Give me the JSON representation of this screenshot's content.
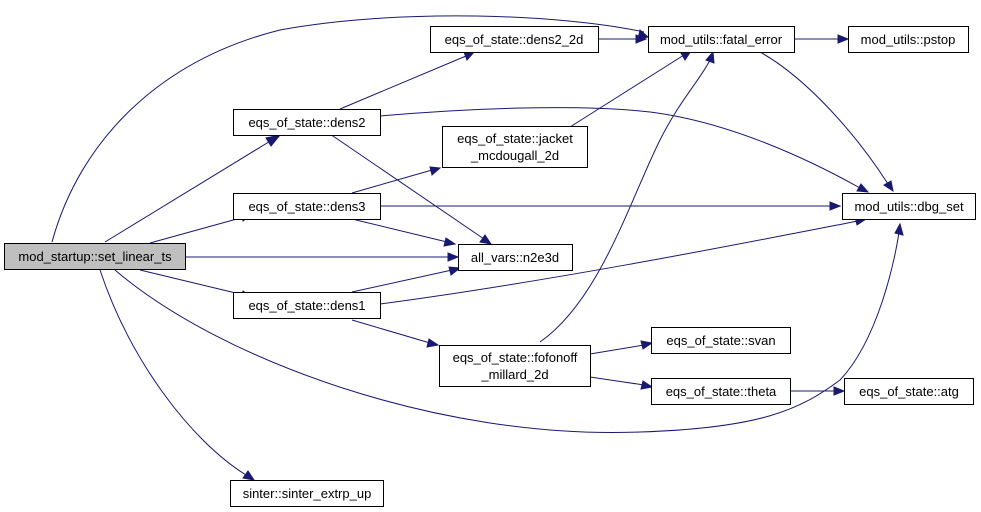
{
  "nodes": {
    "set_linear_ts": [
      "mod_startup::set_linear_ts"
    ],
    "dens2": [
      "eqs_of_state::dens2"
    ],
    "dens3": [
      "eqs_of_state::dens3"
    ],
    "dens1": [
      "eqs_of_state::dens1"
    ],
    "sinter_extrp_up": [
      "sinter::sinter_extrp_up"
    ],
    "dens2_2d": [
      "eqs_of_state::dens2_2d"
    ],
    "jacket": [
      "eqs_of_state::jacket",
      "_mcdougall_2d"
    ],
    "n2e3d": [
      "all_vars::n2e3d"
    ],
    "fofonoff": [
      "eqs_of_state::fofonoff",
      "_millard_2d"
    ],
    "fatal_error": [
      "mod_utils::fatal_error"
    ],
    "svan": [
      "eqs_of_state::svan"
    ],
    "theta": [
      "eqs_of_state::theta"
    ],
    "pstop": [
      "mod_utils::pstop"
    ],
    "dbg_set": [
      "mod_utils::dbg_set"
    ],
    "atg": [
      "eqs_of_state::atg"
    ]
  }
}
